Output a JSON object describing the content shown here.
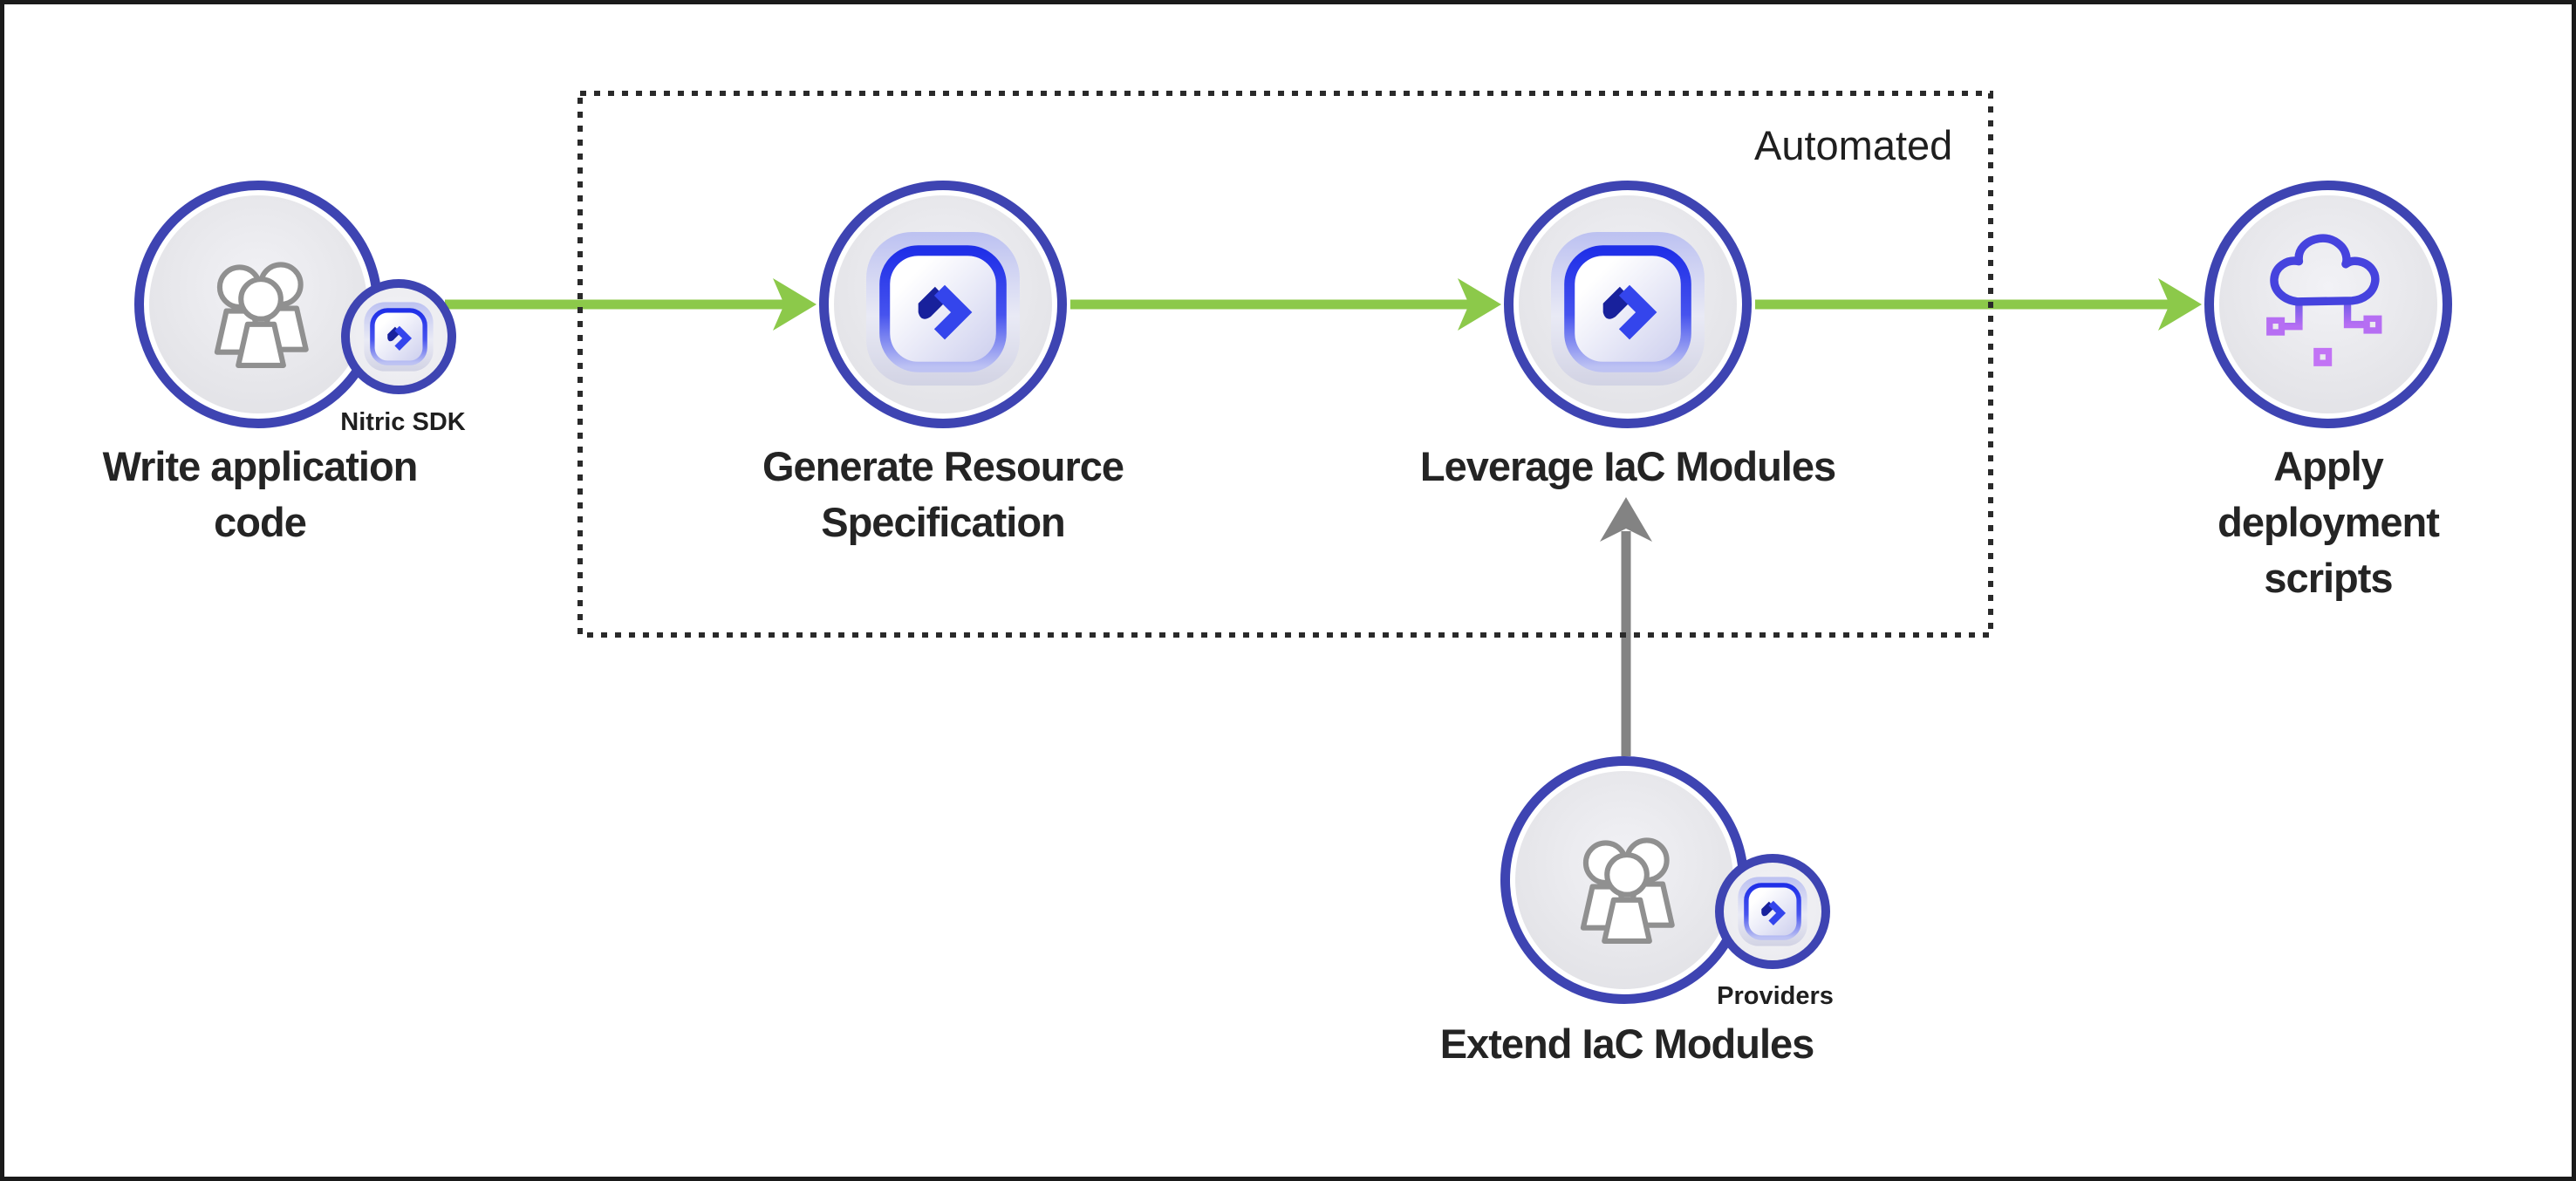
{
  "diagram": {
    "title_hint": "Nitric workflow diagram",
    "automated_group": {
      "label": "Automated"
    },
    "nodes": [
      {
        "id": "write-application-code",
        "label": "Write application\ncode",
        "icon": "team-icon",
        "badge": {
          "label": "Nitric SDK",
          "icon": "nitric-logo-icon"
        }
      },
      {
        "id": "generate-resource-specification",
        "label": "Generate Resource\nSpecification",
        "icon": "nitric-logo-icon"
      },
      {
        "id": "leverage-iac-modules",
        "label": "Leverage IaC Modules",
        "icon": "nitric-logo-icon"
      },
      {
        "id": "apply-deployment-scripts",
        "label": "Apply deployment\nscripts",
        "icon": "cloud-deployment-icon"
      },
      {
        "id": "extend-iac-modules",
        "label": "Extend IaC Modules",
        "icon": "team-icon",
        "badge": {
          "label": "Providers",
          "icon": "nitric-logo-icon"
        }
      }
    ],
    "edges": [
      {
        "from": "write-application-code",
        "to": "generate-resource-specification",
        "style": "green-arrow"
      },
      {
        "from": "generate-resource-specification",
        "to": "leverage-iac-modules",
        "style": "green-arrow"
      },
      {
        "from": "leverage-iac-modules",
        "to": "apply-deployment-scripts",
        "style": "green-arrow"
      },
      {
        "from": "extend-iac-modules",
        "to": "leverage-iac-modules",
        "style": "gray-arrow"
      }
    ],
    "colors": {
      "frame": "#1a1a1a",
      "arrow_green": "#8cc94a",
      "arrow_gray": "#838383",
      "node_ring_indigo": "#3e44b2",
      "node_fill_gray": "#e5e5e8",
      "logo_blue": "#3445ec",
      "logo_navy": "#18219c",
      "cloud_blue": "#4643de",
      "cloud_purple": "#a963ee",
      "people_gray": "#909090",
      "text": "#242424"
    }
  }
}
